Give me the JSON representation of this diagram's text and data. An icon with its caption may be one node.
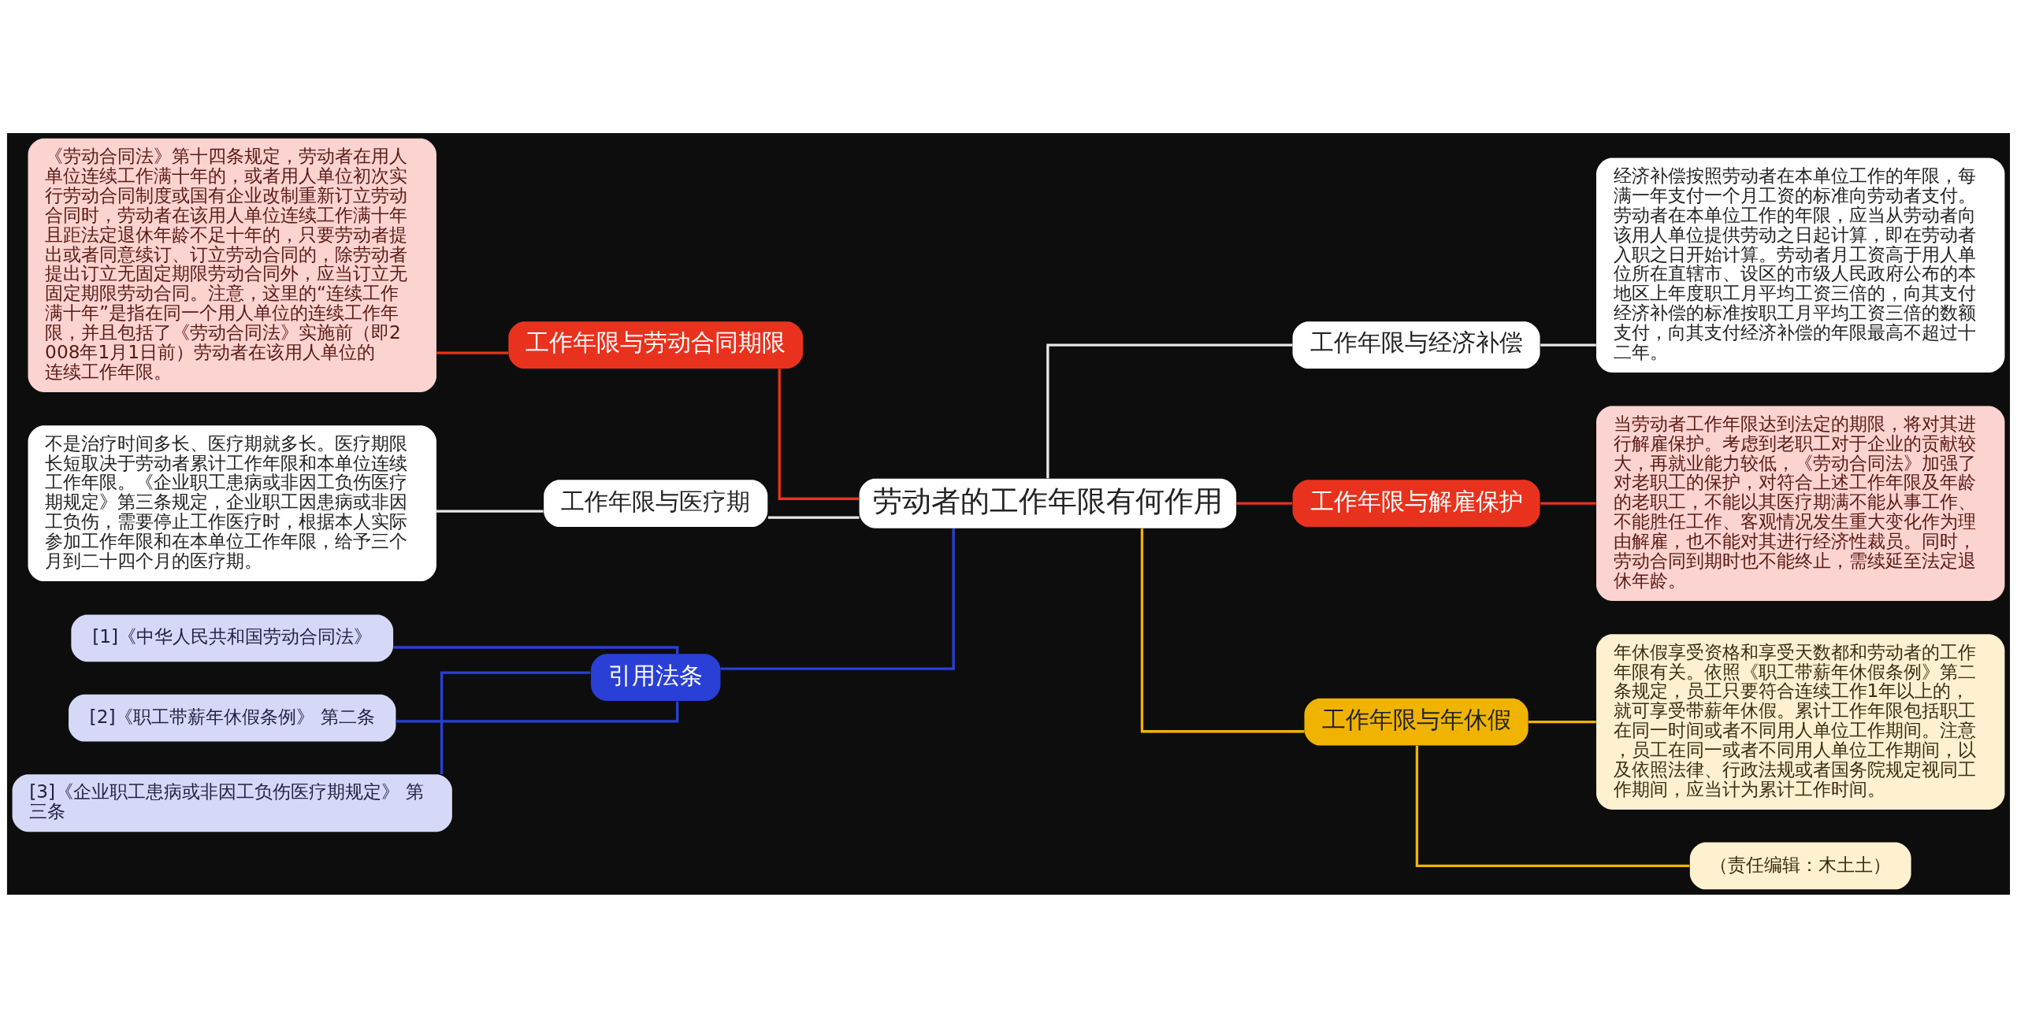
{
  "diagram": {
    "nodes": [
      {
        "text": [
          "劳动者的工作年限有何作用"
        ]
      },
      {
        "text": [
          "工作年限与劳动合同期限"
        ]
      },
      {
        "text": [
          "《劳动合同法》第十四条规定，劳动者在用人单位连续工作满十年的，或者用人单位初次实行劳动合同制度或国有企业改制重新订立劳动合同时，劳动者在该用人单位连续工作满十年且距法定退休年龄不足十年的，只要劳动者提出或者同意续订、订立劳动合同的，除劳动者提出订立无固定期限劳动合同外，应当订立无固定期限劳动合同。注意，这里的“连续工作满十年”是指在同一个用人单位的连续工作年限，并且包括了《劳动合同法》实施前（即2008年1月1日前）劳动者在该用人单位的连续工作年限。"
        ]
      },
      {
        "text": [
          "工作年限与医疗期"
        ]
      },
      {
        "text": [
          "不是治疗时间多长、医疗期就多长。医疗期限长短取决于劳动者累计工作年限和本单位连续工作年限。《企业职工患病或非因工负伤医疗期规定》第三条规定，企业职工因患病或非因工负伤，需要停止工作医疗时，根据本人实际参加工作年限和在本单位工作年限，给予三个月到二十四个月的医疗期。"
        ]
      },
      {
        "text": [
          "引用法条"
        ]
      },
      {
        "text": [
          "[1]《中华人民共和国劳动合同法》"
        ]
      },
      {
        "text": [
          "[2]《职工带薪年休假条例》 第二条"
        ]
      },
      {
        "text": [
          "[3]《企业职工患病或非因工负伤医疗期规定》 第三条"
        ]
      },
      {
        "text": [
          "工作年限与经济补偿"
        ]
      },
      {
        "text": [
          "经济补偿按照劳动者在本单位工作的年限，每满一年支付一个月工资的标准向劳动者支付。劳动者在本单位工作的年限，应当从劳动者向该用人单位提供劳动之日起计算，即在劳动者入职之日开始计算。劳动者月工资高于用人单位所在直辖市、设区的市级人民政府公布的本地区上年度职工月平均工资三倍的，向其支付经济补偿的标准按职工月平均工资三倍的数额支付，向其支付经济补偿的年限最高不超过十二年。"
        ]
      },
      {
        "text": [
          "工作年限与解雇保护"
        ]
      },
      {
        "text": [
          "当劳动者工作年限达到法定的期限，将对其进行解雇保护。考虑到老职工对于企业的贡献较大，再就业能力较低，《劳动合同法》加强了对老职工的保护，对符合上述工作年限及年龄的老职工，不能以其医疗期满不能从事工作、不能胜任工作、客观情况发生重大变化作为理由解雇，也不能对其进行经济性裁员。同时，劳动合同到期时也不能终止，需续延至法定退休年龄。"
        ]
      },
      {
        "text": [
          "工作年限与年休假"
        ]
      },
      {
        "text": [
          "年休假享受资格和享受天数都和劳动者的工作年限有关。依照《职工带薪年休假条例》第二条规定，员工只要符合连续工作1年以上的，就可享受带薪年休假。累计工作年限包括职工在同一时间或者不同用人单位工作期间。注意，员工在同一或者不同用人单位工作期间，以及依照法律、行政法规或者国务院规定视同工作期间，应当计为累计工作时间。"
        ]
      },
      {
        "text": [
          "（责任编辑：木土土）"
        ]
      }
    ],
    "edges": [
      {
        "from": 0,
        "to": 1,
        "arrow": "none",
        "color": "#e8321e"
      },
      {
        "from": 1,
        "to": 2,
        "arrow": "none",
        "color": "#e8321e"
      },
      {
        "from": 0,
        "to": 3,
        "arrow": "none",
        "color": "#e8e8e8"
      },
      {
        "from": 3,
        "to": 4,
        "arrow": "none",
        "color": "#e8e8e8"
      },
      {
        "from": 0,
        "to": 5,
        "arrow": "none",
        "color": "#2a3fd6"
      },
      {
        "from": 5,
        "to": 6,
        "arrow": "none",
        "color": "#2a3fd6"
      },
      {
        "from": 5,
        "to": 7,
        "arrow": "none",
        "color": "#2a3fd6"
      },
      {
        "from": 5,
        "to": 8,
        "arrow": "none",
        "color": "#2a3fd6"
      },
      {
        "from": 0,
        "to": 9,
        "arrow": "none",
        "color": "#e8e8e8"
      },
      {
        "from": 9,
        "to": 10,
        "arrow": "none",
        "color": "#e8e8e8"
      },
      {
        "from": 0,
        "to": 11,
        "arrow": "none",
        "color": "#e8321e"
      },
      {
        "from": 11,
        "to": 12,
        "arrow": "none",
        "color": "#e8321e"
      },
      {
        "from": 0,
        "to": 13,
        "arrow": "none",
        "color": "#f0b400"
      },
      {
        "from": 13,
        "to": 14,
        "arrow": "none",
        "color": "#f0b400"
      },
      {
        "from": 13,
        "to": 15,
        "arrow": "none",
        "color": "#f0b400"
      }
    ]
  }
}
